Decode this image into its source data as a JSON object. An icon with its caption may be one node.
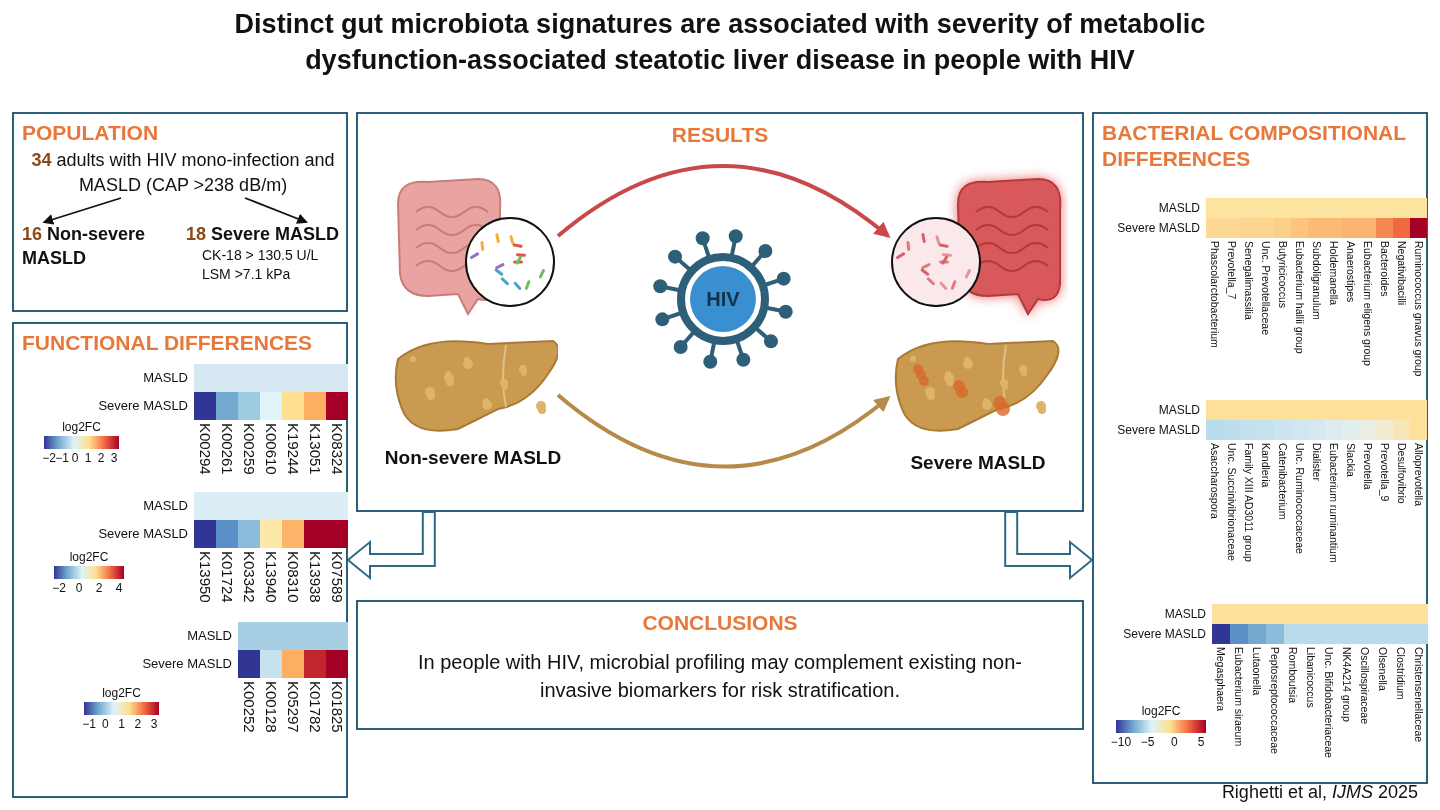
{
  "diagram": {
    "title": "Distinct gut microbiota signatures are associated with severity of metabolic dysfunction-associated steatotic liver disease in people with HIV",
    "caption": "Righetti et al, *IJMS* 2025",
    "nodes": [
      {
        "text": [
          "POPULATION"
        ]
      },
      {
        "text": [
          "**34** adults with HIV mono-infection and MASLD (CAP >238 dB/m)"
        ],
        "in": 0
      },
      {
        "text": [
          "16 Non-severe MASLD"
        ],
        "in": 0
      },
      {
        "text": [
          "18 Severe MASLD",
          "CK-18 > 130.5 U/L",
          "LSM >7.1 kPa"
        ],
        "in": 0
      },
      {
        "text": [
          "FUNCTIONAL DIFFERENCES"
        ]
      },
      {
        "text": [
          "RESULTS"
        ]
      },
      {
        "text": [],
        "shape": "picture",
        "in": 5
      },
      {
        "text": [],
        "shape": "picture",
        "in": 5
      },
      {
        "text": [
          "HIV"
        ],
        "in": 5
      },
      {
        "text": [],
        "shape": "picture",
        "in": 5,
        "beside": [
          "Non-severe MASLD"
        ]
      },
      {
        "text": [],
        "shape": "picture",
        "in": 5,
        "beside": [
          "Severe MASLD"
        ]
      },
      {
        "text": [
          "CONCLUSIONS",
          "In people with HIV, microbial profiling may complement existing non-invasive biomarkers for risk stratification."
        ]
      },
      {
        "text": [
          "BACTERIAL COMPOSITIONAL DIFFERENCES"
        ]
      }
    ],
    "edges": [
      {
        "from": 1,
        "to": 2,
        "arrow": "to"
      },
      {
        "from": 1,
        "to": 3,
        "arrow": "to"
      },
      {
        "from": 6,
        "to": 7,
        "arrow": "to",
        "style": "thick",
        "color": "#c9494b"
      },
      {
        "from": 9,
        "to": 10,
        "arrow": "to",
        "style": "thick",
        "color": "#b88a4a"
      },
      {
        "from": 5,
        "to": 4,
        "arrow": "to",
        "style": "thick",
        "color": "#2e6a86"
      },
      {
        "from": 5,
        "to": 12,
        "arrow": "to",
        "style": "thick",
        "color": "#2e6a86"
      }
    ],
    "labels": [
      "MASLD",
      "Severe MASLD",
      "log2FC",
      "−2",
      "−1",
      "0",
      "1",
      "2",
      "3",
      "K00294",
      "K00261",
      "K00259",
      "K00610",
      "K19244",
      "K13051",
      "K08324",
      "MASLD",
      "Severe MASLD",
      "log2FC",
      "−2",
      "0",
      "2",
      "4",
      "K13950",
      "K01724",
      "K03342",
      "K13940",
      "K08310",
      "K13938",
      "K07589",
      "MASLD",
      "Severe MASLD",
      "log2FC",
      "−1",
      "0",
      "1",
      "2",
      "3",
      "K00252",
      "K00128",
      "K05297",
      "K01782",
      "K01825",
      "MASLD",
      "Severe MASLD",
      "Phascolarctobacterium",
      "Prevotella_7",
      "Senegalimassilia",
      "Unc. Prevotellaceae",
      "Butyricicoccus",
      "Eubacterium hallii group",
      "Subdoligranulum",
      "Holdemanella",
      "Anaerostipes",
      "Eubacterium eligens group",
      "Bacteroides",
      "Negativibacilli",
      "Ruminococcus gnavus group",
      "MASLD",
      "Severe MASLD",
      "Asaccharospora",
      "Unc. Succinivibrionaceae",
      "Family XIII AD3011 group",
      "Kandleria",
      "Catenibacterium",
      "Unc. Ruminococcaceae",
      "Dialister",
      "Eubacterium ruminantium",
      "Slackia",
      "Prevotella",
      "Prevotella_9",
      "Desulfovibrio",
      "Alloprevotella",
      "MASLD",
      "Severe MASLD",
      "log2FC",
      "−10",
      "−5",
      "0",
      "5",
      "Megasphaera",
      "Eubacterium siraeum",
      "Lutaonella",
      "Peptosreptococcaceae",
      "Romboutsia",
      "Libanicoccus",
      "Unc. Bifidobacteriaceae",
      "NK4A214 group",
      "Oscillospiraceae",
      "Olsenella",
      "Clostridium",
      "Christensenellaceae"
    ]
  }
}
